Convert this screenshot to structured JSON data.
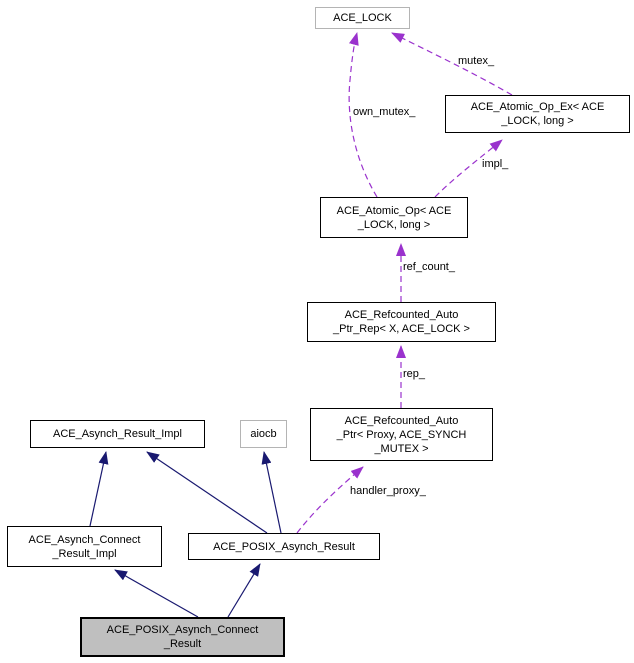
{
  "diagram": {
    "type": "collaboration-graph",
    "colors": {
      "background": "#ffffff",
      "inheritance_edge": "#191970",
      "usage_edge": "#9a32cd",
      "node_border": "#000000",
      "external_node_border": "#b4b4b4",
      "current_node_fill": "#bfbfbf",
      "text": "#000000"
    },
    "nodes": [
      {
        "id": "ace-lock",
        "label": "ACE_LOCK",
        "kind": "external"
      },
      {
        "id": "ace-atomic-op-ex",
        "label": "ACE_Atomic_Op_Ex< ACE\n_LOCK, long >",
        "kind": "class"
      },
      {
        "id": "ace-atomic-op",
        "label": "ACE_Atomic_Op< ACE\n_LOCK, long >",
        "kind": "class"
      },
      {
        "id": "ace-refcounted-auto-ptr-rep",
        "label": "ACE_Refcounted_Auto\n_Ptr_Rep< X, ACE_LOCK >",
        "kind": "class"
      },
      {
        "id": "ace-refcounted-auto-ptr",
        "label": "ACE_Refcounted_Auto\n_Ptr< Proxy, ACE_SYNCH\n_MUTEX >",
        "kind": "class"
      },
      {
        "id": "ace-asynch-result-impl",
        "label": "ACE_Asynch_Result_Impl",
        "kind": "class"
      },
      {
        "id": "aiocb",
        "label": "aiocb",
        "kind": "external"
      },
      {
        "id": "ace-asynch-connect-result-impl",
        "label": "ACE_Asynch_Connect\n_Result_Impl",
        "kind": "class"
      },
      {
        "id": "ace-posix-asynch-result",
        "label": "ACE_POSIX_Asynch_Result",
        "kind": "class"
      },
      {
        "id": "ace-posix-asynch-connect-result",
        "label": "ACE_POSIX_Asynch_Connect\n_Result",
        "kind": "current"
      }
    ],
    "edges": {
      "usage": [
        {
          "label": "mutex_",
          "from": "ACE_Atomic_Op_Ex< ACE_LOCK, long >",
          "to": "ACE_LOCK"
        },
        {
          "label": "own_mutex_",
          "from": "ACE_Atomic_Op< ACE_LOCK, long >",
          "to": "ACE_LOCK"
        },
        {
          "label": "impl_",
          "from": "ACE_Atomic_Op< ACE_LOCK, long >",
          "to": "ACE_Atomic_Op_Ex< ACE_LOCK, long >"
        },
        {
          "label": "ref_count_",
          "from": "ACE_Refcounted_Auto_Ptr_Rep< X, ACE_LOCK >",
          "to": "ACE_Atomic_Op< ACE_LOCK, long >"
        },
        {
          "label": "rep_",
          "from": "ACE_Refcounted_Auto_Ptr< Proxy, ACE_SYNCH_MUTEX >",
          "to": "ACE_Refcounted_Auto_Ptr_Rep< X, ACE_LOCK >"
        },
        {
          "label": "handler_proxy_",
          "from": "ACE_POSIX_Asynch_Result",
          "to": "ACE_Refcounted_Auto_Ptr< Proxy, ACE_SYNCH_MUTEX >"
        }
      ],
      "inheritance": [
        {
          "from": "ACE_Asynch_Connect_Result_Impl",
          "to": "ACE_Asynch_Result_Impl"
        },
        {
          "from": "ACE_POSIX_Asynch_Result",
          "to": "ACE_Asynch_Result_Impl"
        },
        {
          "from": "ACE_POSIX_Asynch_Result",
          "to": "aiocb"
        },
        {
          "from": "ACE_POSIX_Asynch_Connect_Result",
          "to": "ACE_Asynch_Connect_Result_Impl"
        },
        {
          "from": "ACE_POSIX_Asynch_Connect_Result",
          "to": "ACE_POSIX_Asynch_Result"
        }
      ]
    }
  }
}
